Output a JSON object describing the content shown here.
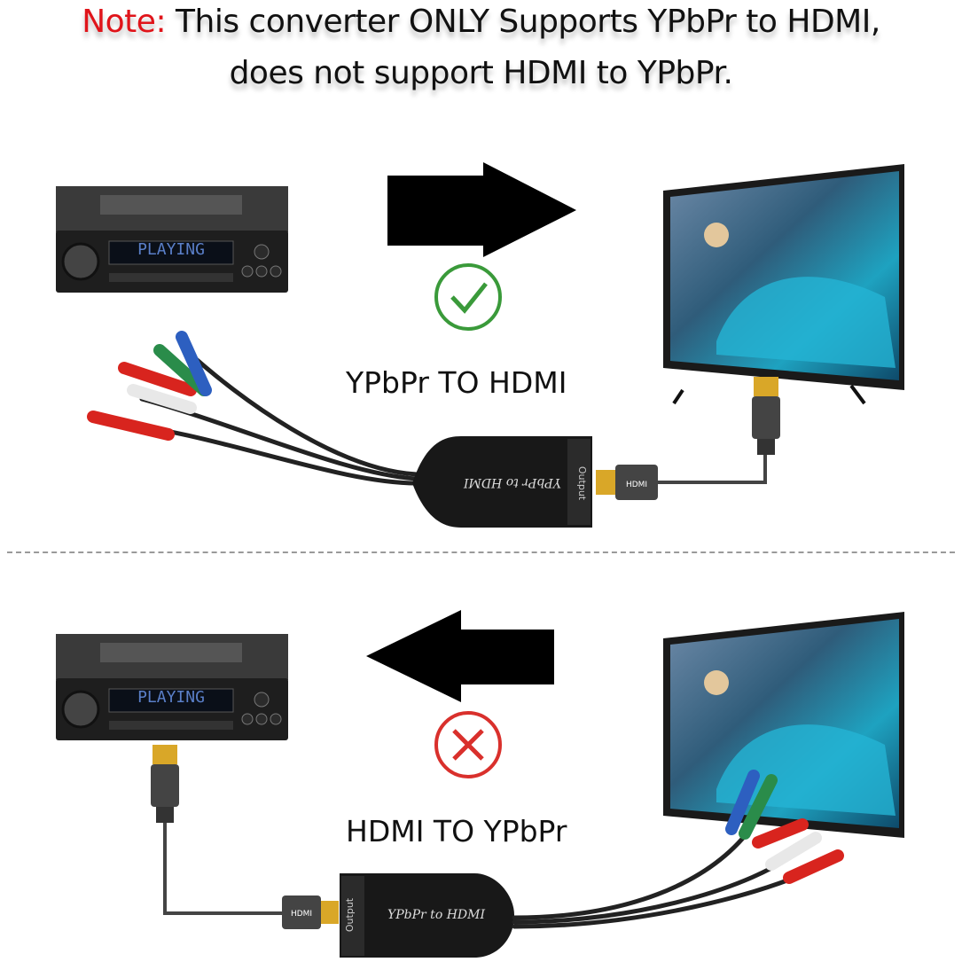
{
  "note": {
    "prefix": "Note:",
    "line1": " This converter ONLY Supports YPbPr to HDMI,",
    "line2": "does not support HDMI to YPbPr."
  },
  "top_section": {
    "label": "YPbPr TO HDMI",
    "status_icon": "check-icon",
    "status_color": "#3a9a3a",
    "arrow_direction": "right",
    "receiver_display": "PLAYING",
    "adapter_text": "YPbPr to HDMI",
    "adapter_port_text": "Output",
    "plug_text": "HDMI"
  },
  "bottom_section": {
    "label": "HDMI TO YPbPr",
    "status_icon": "cross-icon",
    "status_color": "#d9302c",
    "arrow_direction": "left",
    "receiver_display": "PLAYING",
    "adapter_text": "YPbPr to HDMI",
    "adapter_port_text": "Output",
    "plug_text": "HDMI"
  }
}
